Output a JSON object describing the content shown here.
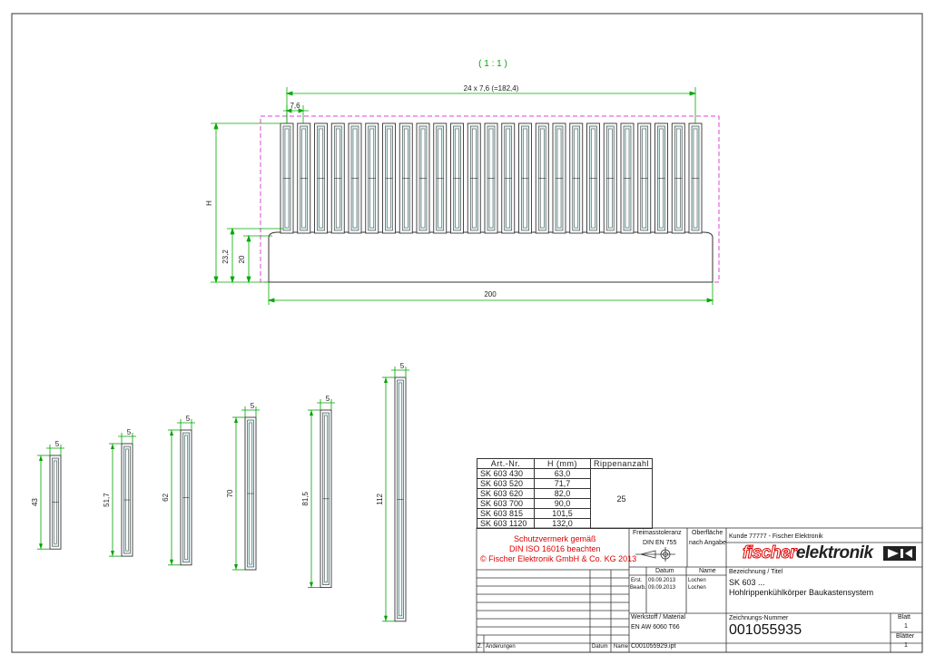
{
  "scale": "( 1 : 1 )",
  "dims": {
    "pitch_total": "24 x 7,6 (=182,4)",
    "pitch": "7,6",
    "height_var": "H",
    "base_total": "23,2",
    "base": "20",
    "width": "200"
  },
  "profiles": [
    {
      "width": "5",
      "height": "43"
    },
    {
      "width": "5",
      "height": "51,7"
    },
    {
      "width": "5",
      "height": "62"
    },
    {
      "width": "5",
      "height": "70"
    },
    {
      "width": "5",
      "height": "81,5"
    },
    {
      "width": "5",
      "height": "112"
    }
  ],
  "parts_table": {
    "headers": [
      "Art.-Nr.",
      "H (mm)",
      "Rippenanzahl"
    ],
    "rows": [
      [
        "SK 603 430",
        "63,0"
      ],
      [
        "SK 603 520",
        "71,7"
      ],
      [
        "SK 603 620",
        "82,0"
      ],
      [
        "SK 603 700",
        "90,0"
      ],
      [
        "SK 603 815",
        "101,5"
      ],
      [
        "SK 603 1120",
        "132,0"
      ]
    ],
    "fin_count": "25"
  },
  "title_block": {
    "protection_lines": [
      "Schutzvermerk gemäß",
      "DIN ISO 16016 beachten",
      "© Fischer Elektronik GmbH & Co. KG 2013"
    ],
    "tolerance_label": "Freimasstoleranz",
    "tolerance_value": "DIN EN 755",
    "surface_label": "Oberfläche",
    "surface_value": "nach Angabe",
    "customer": "Kunde  77777 - Fischer Elektronik",
    "logo_part1": "fischer",
    "logo_part2": "elektronik",
    "date_header": "Datum",
    "name_header": "Name",
    "created_label": "Erst.",
    "edited_label": "Bearb.",
    "created_date": "09.09.2013",
    "edited_date": "09.09.2013",
    "created_name": "Lochen",
    "edited_name": "Lochen",
    "designation_label": "Bezeichnung / Titel",
    "designation_1": "SK 603 ...",
    "designation_2": "Hohlrippenkühlkörper Baukastensystem",
    "material_label": "Werkstoff / Material",
    "material": "EN AW 6060 T66",
    "drawing_no_label": "Zeichnungs-Nummer",
    "drawing_no": "001055935",
    "sheet_label": "Blatt",
    "sheet_no": "1",
    "sheets_label": "Blätter",
    "sheets_no": "1",
    "footer_z": "Z.",
    "footer_changes": "Änderungen",
    "footer_date": "Datum",
    "footer_name": "Name",
    "file_name": "C001055929.ipt"
  },
  "colors": {
    "dim": "#00a000",
    "outline": "#333333",
    "fin_fill": "#d6f1f1",
    "frame": "#dd44dd",
    "red": "#e00000"
  }
}
